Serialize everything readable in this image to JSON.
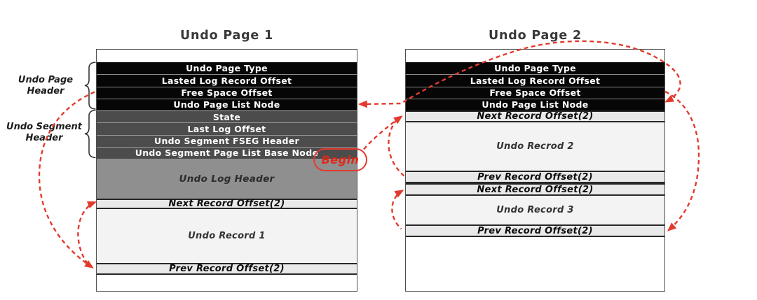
{
  "diagram": {
    "annotation_begin": "Begin"
  },
  "page1": {
    "title": "Undo Page 1",
    "page_header_rows": [
      "Undo Page Type",
      "Lasted Log Record Offset",
      "Free Space Offset",
      "Undo Page List Node"
    ],
    "segment_header_rows": [
      "State",
      "Last Log Offset",
      "Undo Segment FSEG Header",
      "Undo Segment Page List Base Node"
    ],
    "log_header": "Undo Log Header",
    "next_offset": "Next Record Offset(2)",
    "record1": "Undo Record 1",
    "prev_offset": "Prev Record Offset(2)"
  },
  "page2": {
    "title": "Undo Page 2",
    "page_header_rows": [
      "Undo Page Type",
      "Lasted Log Record Offset",
      "Free Space Offset",
      "Undo Page List Node"
    ],
    "next_offset_1": "Next Record Offset(2)",
    "record2": "Undo Recrod 2",
    "prev_offset_1": "Prev Record Offset(2)",
    "next_offset_2": "Next Record Offset(2)",
    "record3": "Undo Record 3",
    "prev_offset_2": "Prev Record Offset(2)"
  },
  "labels": {
    "undo_page_header_line1": "Undo Page",
    "undo_page_header_line2": "Header",
    "undo_segment_header_line1": "Undo Segment",
    "undo_segment_header_line2": "Header"
  },
  "colors": {
    "arrow_red": "#e23b2e",
    "black_row_bg": "#060606",
    "dark_row_bg": "#4c4c4c",
    "log_header_bg": "#8f8f8f",
    "offset_row_bg": "#e9e9e9",
    "record_bg": "#f3f3f3",
    "box_border": "#4f4f4f"
  }
}
